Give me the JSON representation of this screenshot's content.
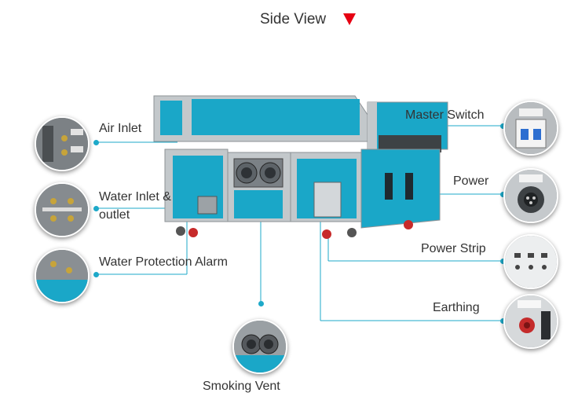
{
  "header": {
    "title": "Side View"
  },
  "callouts": {
    "air_inlet": "Air Inlet",
    "water_inlet_line1": "Water Inlet &",
    "water_inlet_line2": "outlet",
    "water_alarm": "Water Protection Alarm",
    "smoking_vent": "Smoking Vent",
    "master_switch": "Master Switch",
    "power": "Power",
    "power_strip": "Power Strip",
    "earthing": "Earthing"
  },
  "colors": {
    "accent": "#1da9c9",
    "arrow": "#e60012",
    "machine_body": "#1aa7c8",
    "frame": "#b9bfc3"
  }
}
